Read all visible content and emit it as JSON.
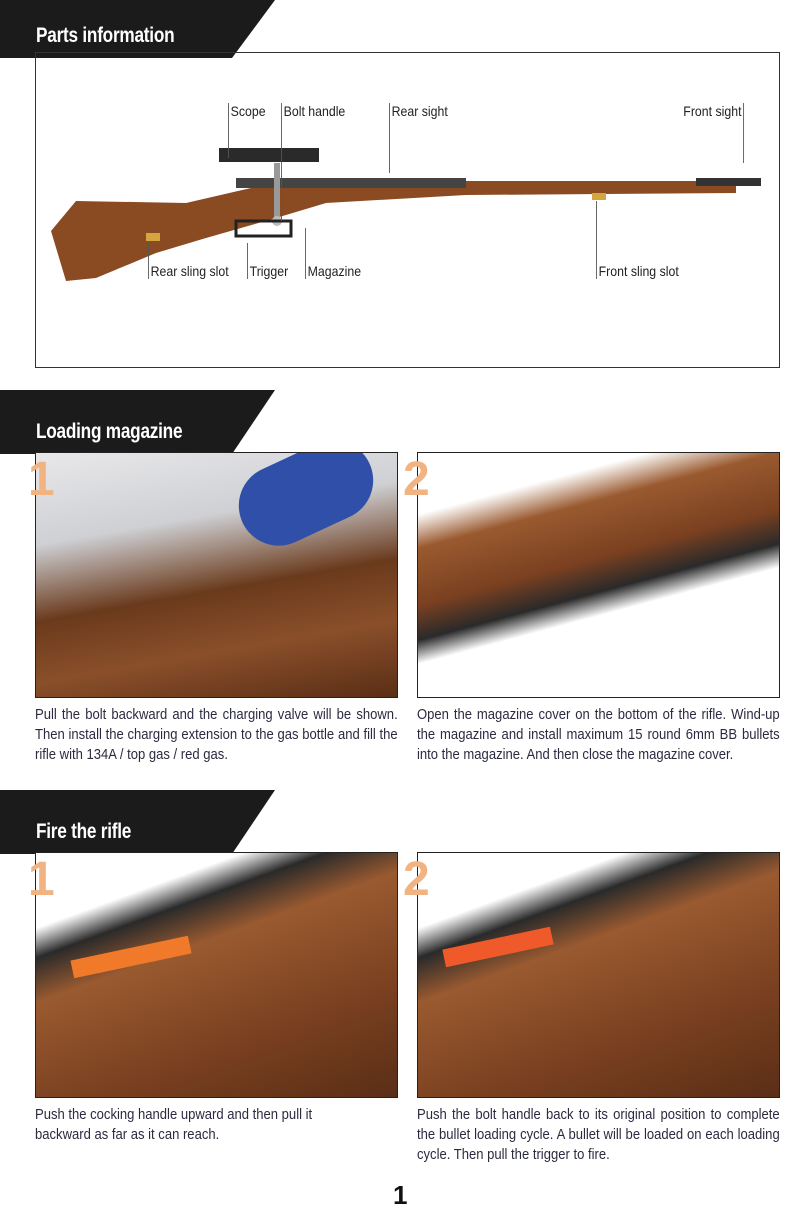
{
  "sections": {
    "parts": {
      "title": "Parts information",
      "labels": {
        "scope": "Scope",
        "bolt_handle": "Bolt handle",
        "rear_sight": "Rear sight",
        "front_sight": "Front sight",
        "rear_sling_slot": "Rear sling slot",
        "trigger": "Trigger",
        "magazine": "Magazine",
        "front_sling_slot": "Front sling slot"
      }
    },
    "loading": {
      "title": "Loading magazine",
      "steps": [
        {
          "num": "1",
          "text": "Pull the bolt backward and the charging valve will be shown. Then install the charging extension to the gas bottle and fill the rifle with 134A / top gas / red gas."
        },
        {
          "num": "2",
          "text": "Open the magazine cover on the bottom of the rifle. Wind-up the magazine and install maximum 15 round 6mm BB bullets into the magazine. And then close the magazine cover."
        }
      ]
    },
    "fire": {
      "title": "Fire the rifle",
      "steps": [
        {
          "num": "1",
          "text": "Push the cocking handle upward and then pull it backward as far as it can reach."
        },
        {
          "num": "2",
          "text": "Push the bolt handle back to its original position to complete the bullet loading cycle. A bullet will be loaded on each loading cycle. Then pull the trigger to fire."
        }
      ]
    }
  },
  "page_number": "1"
}
